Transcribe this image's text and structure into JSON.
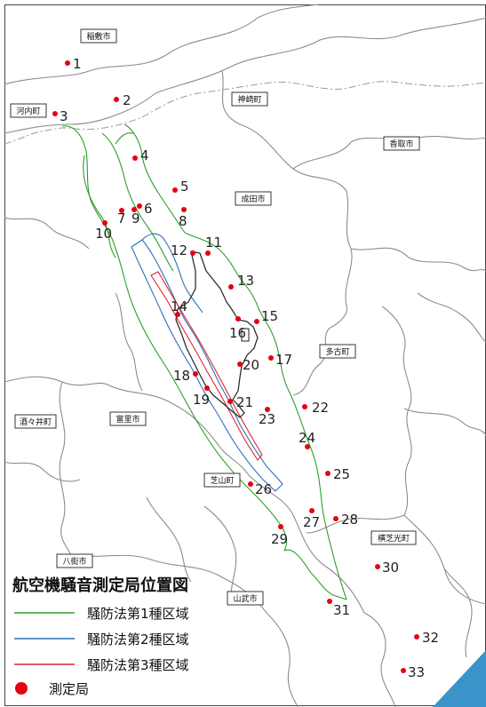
{
  "legend": {
    "title": "航空機騒音測定局位置図",
    "items": [
      {
        "label": "騒防法第1種区域",
        "color": "#2aa02a"
      },
      {
        "label": "騒防法第2種区域",
        "color": "#2d6fb5"
      },
      {
        "label": "騒防法第3種区域",
        "color": "#e0242c"
      },
      {
        "label": "測定局",
        "color": "#e60012"
      }
    ]
  },
  "municipalities": [
    "稲敷市",
    "神崎町",
    "河内町",
    "香取市",
    "成田市",
    "多古町",
    "酒々井町",
    "富里市",
    "芝山町",
    "八街市",
    "横芝光町",
    "山武市"
  ],
  "stations": [
    "1",
    "2",
    "3",
    "4",
    "5",
    "6",
    "7",
    "8",
    "9",
    "10",
    "11",
    "12",
    "13",
    "14",
    "15",
    "16",
    "17",
    "18",
    "19",
    "20",
    "21",
    "22",
    "23",
    "24",
    "25",
    "26",
    "27",
    "28",
    "29",
    "30",
    "31",
    "32",
    "33"
  ]
}
